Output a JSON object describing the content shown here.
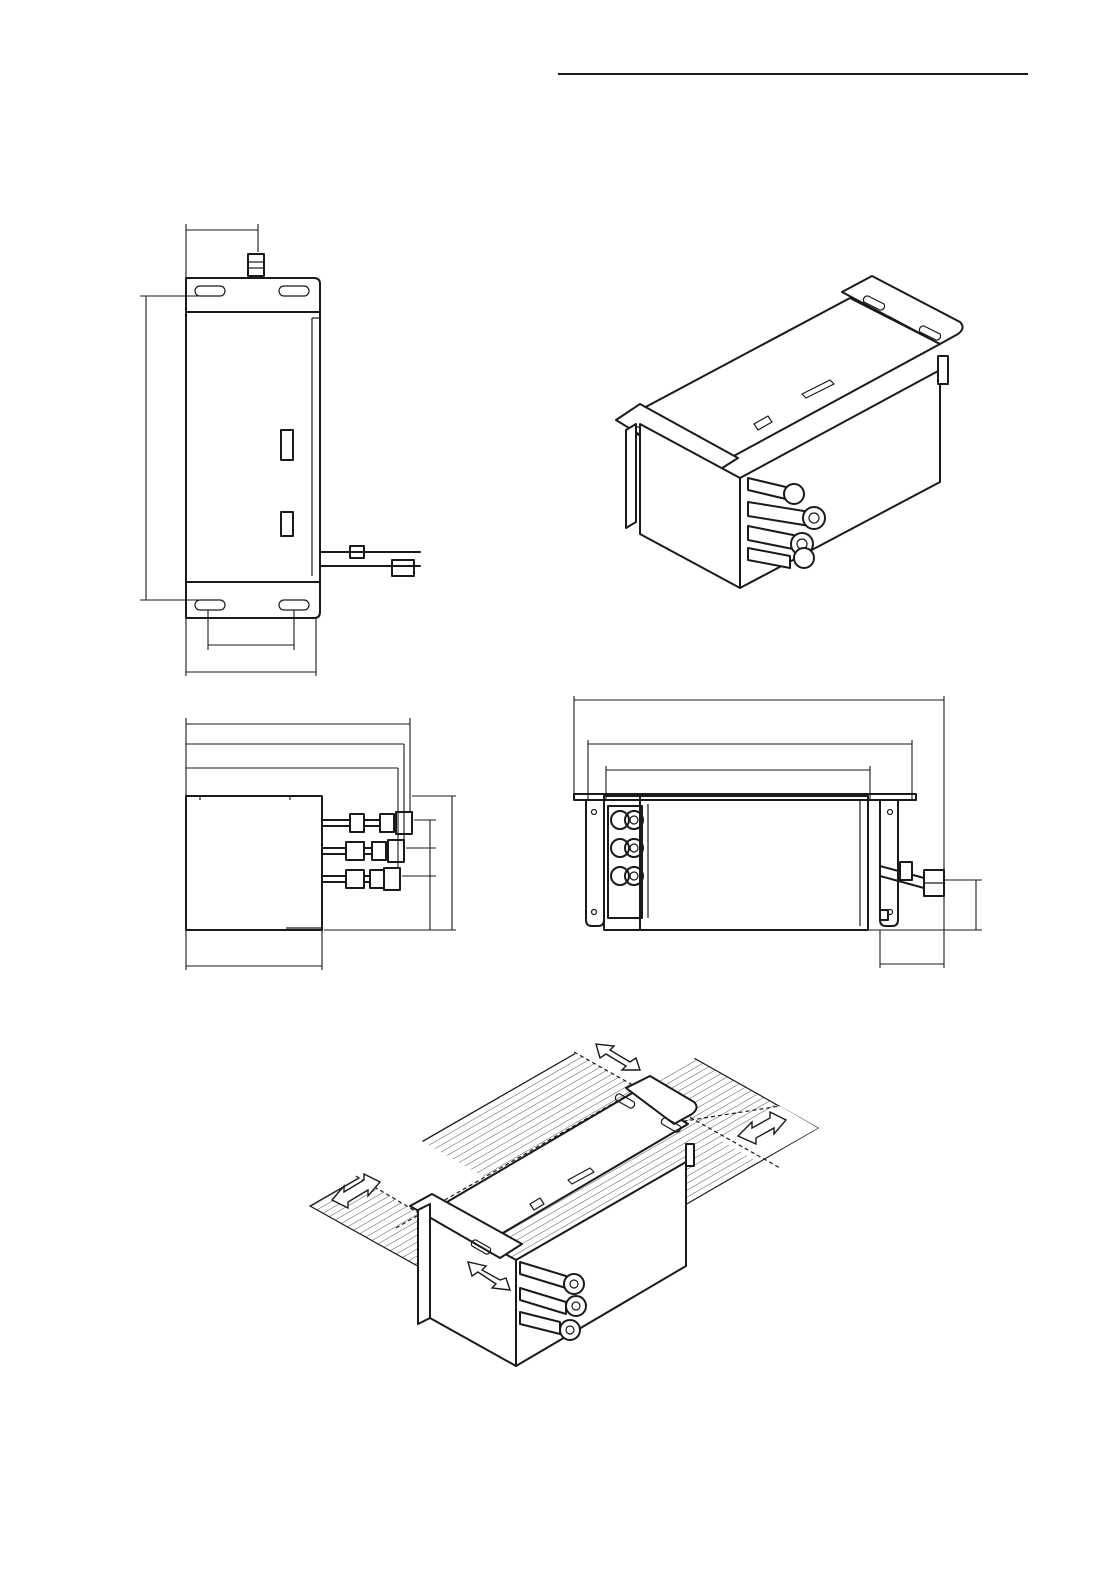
{
  "page": {
    "background": "#ffffff",
    "line_color": "#1a1a1a"
  },
  "figures": {
    "top_view": {
      "kind": "plan view of distribution box"
    },
    "iso_view": {
      "kind": "isometric view of distribution box"
    },
    "side_view": {
      "kind": "side elevation with pipe connections"
    },
    "front_view": {
      "kind": "front elevation with pipe connections"
    },
    "service_space_view": {
      "kind": "isometric view with service space areas"
    }
  }
}
